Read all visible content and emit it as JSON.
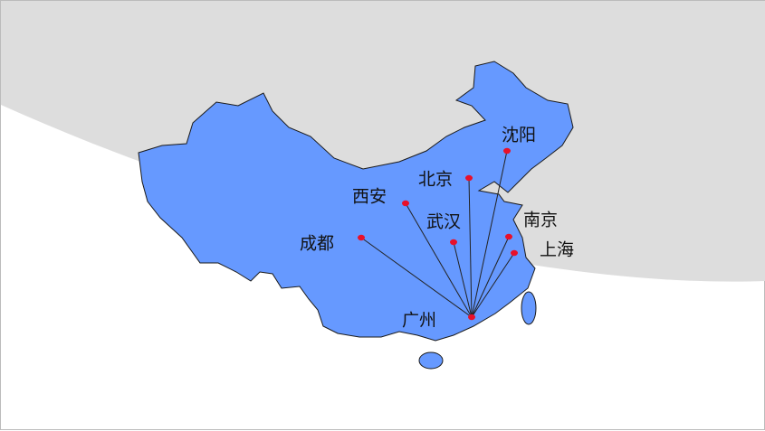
{
  "map": {
    "land_color": "#6699FF",
    "background_band_color": "#DDDDDD",
    "dot_color": "#E8102A",
    "hub": "广州",
    "cities": [
      {
        "id": "shenyang",
        "name": "沈阳"
      },
      {
        "id": "beijing",
        "name": "北京"
      },
      {
        "id": "xian",
        "name": "西安"
      },
      {
        "id": "wuhan",
        "name": "武汉"
      },
      {
        "id": "chengdu",
        "name": "成都"
      },
      {
        "id": "nanjing",
        "name": "南京"
      },
      {
        "id": "shanghai",
        "name": "上海"
      },
      {
        "id": "guangzhou",
        "name": "广州"
      }
    ]
  }
}
